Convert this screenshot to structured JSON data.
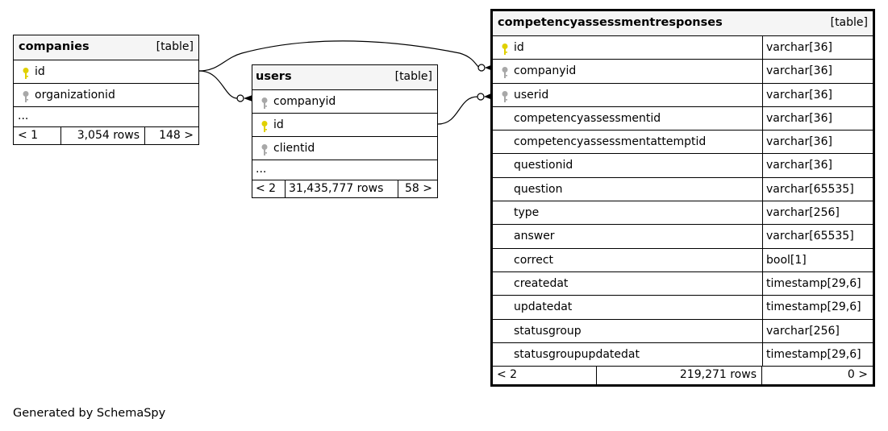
{
  "diagram": {
    "generated_by": "Generated by SchemaSpy",
    "tables": {
      "companies": {
        "name": "companies",
        "kind": "[table]",
        "columns": [
          {
            "name": "id",
            "key": "primary"
          },
          {
            "name": "organizationid",
            "key": "foreign"
          }
        ],
        "ellipsis": "...",
        "footer": {
          "left": "< 1",
          "rows": "3,054 rows",
          "right": "148 >"
        }
      },
      "users": {
        "name": "users",
        "kind": "[table]",
        "columns": [
          {
            "name": "companyid",
            "key": "foreign"
          },
          {
            "name": "id",
            "key": "primary"
          },
          {
            "name": "clientid",
            "key": "foreign"
          }
        ],
        "ellipsis": "...",
        "footer": {
          "left": "< 2",
          "rows": "31,435,777 rows",
          "right": "58 >"
        }
      },
      "competencyassessmentresponses": {
        "name": "competencyassessmentresponses",
        "kind": "[table]",
        "columns": [
          {
            "name": "id",
            "type": "varchar[36]",
            "key": "primary"
          },
          {
            "name": "companyid",
            "type": "varchar[36]",
            "key": "foreign"
          },
          {
            "name": "userid",
            "type": "varchar[36]",
            "key": "foreign"
          },
          {
            "name": "competencyassessmentid",
            "type": "varchar[36]",
            "key": "none"
          },
          {
            "name": "competencyassessmentattemptid",
            "type": "varchar[36]",
            "key": "none"
          },
          {
            "name": "questionid",
            "type": "varchar[36]",
            "key": "none"
          },
          {
            "name": "question",
            "type": "varchar[65535]",
            "key": "none"
          },
          {
            "name": "type",
            "type": "varchar[256]",
            "key": "none"
          },
          {
            "name": "answer",
            "type": "varchar[65535]",
            "key": "none"
          },
          {
            "name": "correct",
            "type": "bool[1]",
            "key": "none"
          },
          {
            "name": "createdat",
            "type": "timestamp[29,6]",
            "key": "none"
          },
          {
            "name": "updatedat",
            "type": "timestamp[29,6]",
            "key": "none"
          },
          {
            "name": "statusgroup",
            "type": "varchar[256]",
            "key": "none"
          },
          {
            "name": "statusgroupupdatedat",
            "type": "timestamp[29,6]",
            "key": "none"
          }
        ],
        "footer": {
          "left": "< 2",
          "rows": "219,271 rows",
          "right": "0 >"
        }
      }
    },
    "colors": {
      "primary_key": "#e0d000",
      "foreign_key": "#a8a8a8",
      "header_bg": "#f5f5f5"
    }
  }
}
